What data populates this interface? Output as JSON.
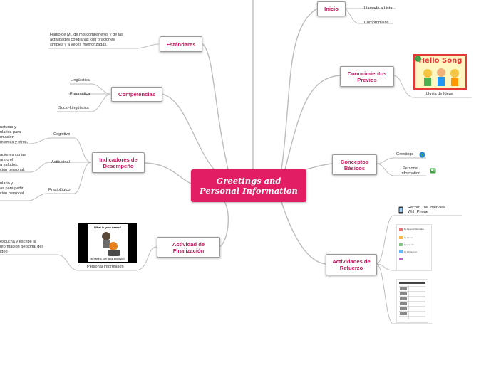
{
  "central": "Greetings and Personal Information",
  "inicio": {
    "label": "Inicio",
    "items": [
      "Llamado a Lista",
      "Compromisos"
    ]
  },
  "estandares": {
    "label": "Estándares",
    "text": [
      "Hablo de Mí, de mis compañeros y de las",
      "actividades cotidianas con oraciones",
      "simples y a veces memorizadas."
    ]
  },
  "competencias": {
    "label": "Competencias",
    "items": [
      "Lingüística",
      "Pragmática",
      "Socio-Lingüística"
    ]
  },
  "indicadores": {
    "label": "Indicadores de Desempeño",
    "cognitivo": {
      "label": "Cognitivo",
      "text": [
        "ucturas y",
        "ularios para",
        "rmación",
        "mismos y otros."
      ]
    },
    "actitudinal": {
      "label": "Actitudinal",
      "text": [
        "aciones cortas",
        "ando el",
        "a saludos,",
        "ción personal."
      ]
    },
    "praxiologico": {
      "label": "Praxiológico",
      "text": [
        "ulario y",
        "as para pedir",
        "ción personal"
      ]
    }
  },
  "actividad_finalizacion": {
    "label": "Actividad de Finalización",
    "image_caption": "Personal Information",
    "image_texts": [
      "What is your name?",
      "My name is Tom. What about you?"
    ],
    "text": [
      "escucha y escribe la",
      "nformación personal del",
      "ideo"
    ]
  },
  "conocimientos": {
    "label": "Conocimientos Previos",
    "image_title": "Hello Song",
    "image_caption": "Lluvia de Ideas"
  },
  "conceptos": {
    "label": "Conceptos Básicos",
    "items": [
      "Greetings",
      "Personal Information"
    ]
  },
  "refuerzo": {
    "label": "Actividades de Refuerzo",
    "phone_text": [
      "Record The Interview",
      "With Phone"
    ],
    "worksheet_title": "My Personal Information",
    "worksheet_lines": [
      "My name is",
      "I'm years old",
      "My birthday is on"
    ]
  },
  "colors": {
    "central": "#e21d63",
    "node_text": "#c2185b",
    "branch": "#bdbdbd"
  },
  "icons": [
    "globe-icon",
    "id-card-icon",
    "phone-icon"
  ]
}
